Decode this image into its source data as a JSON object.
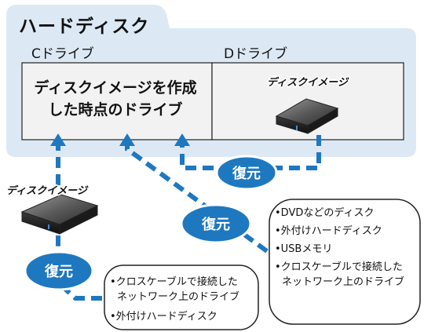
{
  "panel": {
    "title": "ハードディスク",
    "c_drive_label": "Cドライブ",
    "d_drive_label": "Dドライブ",
    "c_drive_text_line1": "ディスクイメージを作成",
    "c_drive_text_line2": "した時点のドライブ",
    "d_drive_image_label": "ディスクイメージ"
  },
  "external_image_label": "ディスクイメージ",
  "restore_labels": [
    "復元",
    "復元",
    "復元"
  ],
  "media_box": {
    "items": [
      "•DVDなどのディスク",
      "•外付けハードディスク",
      "•USBメモリ",
      "•クロスケーブルで接続した"
    ],
    "item4_cont": "ネットワーク上のドライブ"
  },
  "network_box": {
    "item1": "•クロスケーブルで接続した",
    "item1_cont": "ネットワーク上のドライブ",
    "item2": "•外付けハードディスク"
  },
  "colors": {
    "panel_bg": "#dce9f5",
    "arrow_blue": "#1e78c0",
    "box_fill": "#f2f2f2",
    "drive_dark": "#2b2b2b"
  }
}
